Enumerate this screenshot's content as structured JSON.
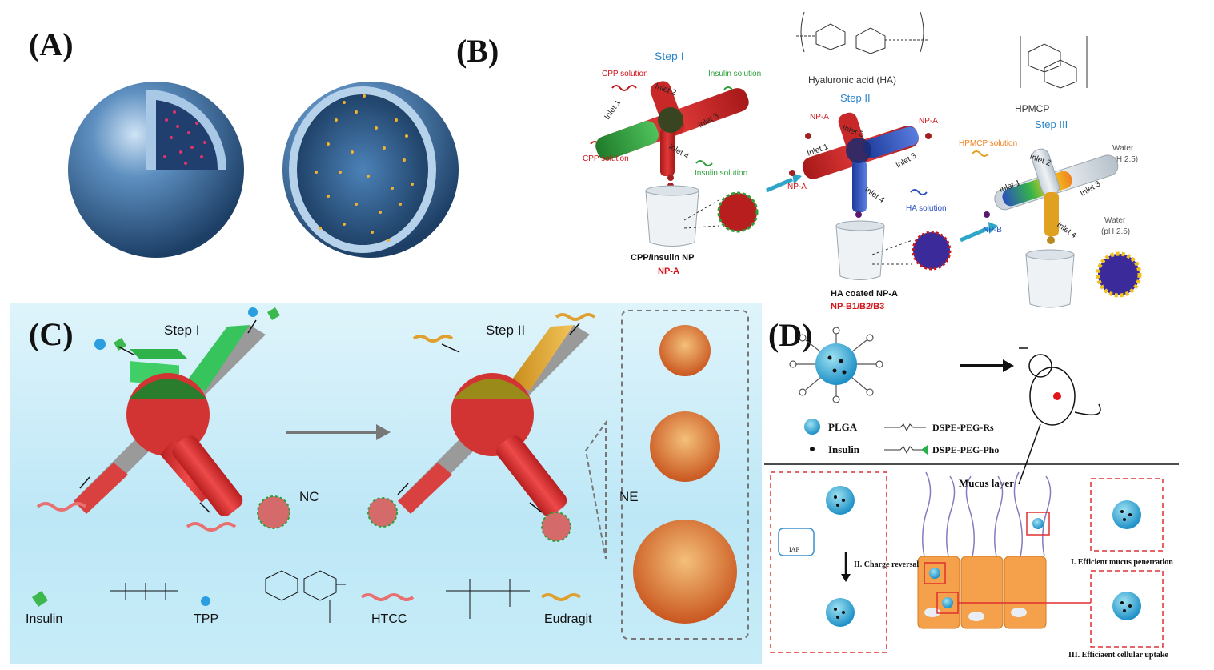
{
  "panel_a": {
    "label": "(A)"
  },
  "panel_b": {
    "label": "(B)",
    "step1": {
      "title": "Step I",
      "cpp_solution_top": "CPP solution",
      "insulin_solution_top": "Insulin solution",
      "inlet1": "Inlet 1",
      "inlet2": "Inlet 2",
      "inlet3": "Inlet 3",
      "inlet4": "Inlet 4",
      "cpp_solution_bottom": "CPP solution",
      "insulin_solution_bottom": "Insulin solution",
      "product": "CPP/Insulin NP",
      "product_code": "NP-A"
    },
    "step2": {
      "polymer": "Hyaluronic acid (HA)",
      "title": "Step II",
      "npa_left": "NP-A",
      "npa_right": "NP-A",
      "npa_arrow": "NP-A",
      "inlet1": "Inlet 1",
      "inlet2": "Inlet 2",
      "inlet3": "Inlet 3",
      "inlet4": "Inlet 4",
      "ha_solution": "HA solution",
      "product": "HA coated NP-A",
      "product_code": "NP-B1/B2/B3"
    },
    "step3": {
      "polymer": "HPMCP",
      "title": "Step III",
      "hpmcp_solution": "HPMCP solution",
      "water_top": "Water",
      "ph_top": "(pH 2.5)",
      "water_bottom": "Water",
      "ph_bottom": "(pH 2.5)",
      "inlet1": "Inlet 1",
      "inlet2": "Inlet 2",
      "inlet3": "Inlet 3",
      "inlet4": "Inlet 4",
      "npb_arrow": "NP-B"
    }
  },
  "panel_c": {
    "label": "(C)",
    "step1": "Step  I",
    "step2": "Step  II",
    "nc": "NC",
    "ne": "NE",
    "legend_insulin": "Insulin",
    "legend_tpp": "TPP",
    "legend_htcc": "HTCC",
    "legend_eudragit": "Eudragit"
  },
  "panel_d": {
    "label": "(D)",
    "legend_plga": "PLGA",
    "legend_insulin": "Insulin",
    "legend_rs": "DSPE-PEG-Rs",
    "legend_pho": "DSPE-PEG-Pho",
    "mucus_layer": "Mucus layer",
    "iap": "IAP",
    "charge_reversal": "II. Charge reversal",
    "mucus_penetration": "I. Efficient mucus penetration",
    "cellular_uptake": "III. Efficiaent cellular uptake"
  },
  "colors": {
    "sphere_blue": "#3f6f9e",
    "panel_c_bg": "#bfe8f7",
    "red_channel": "#d42d2d",
    "green_channel": "#2e9e3a",
    "blue_channel": "#2a4fc0",
    "mucus_purple": "#8a78c0",
    "cell_orange": "#f5a04a",
    "step_title_blue": "#2c86c7",
    "label_red": "#d0141a"
  }
}
